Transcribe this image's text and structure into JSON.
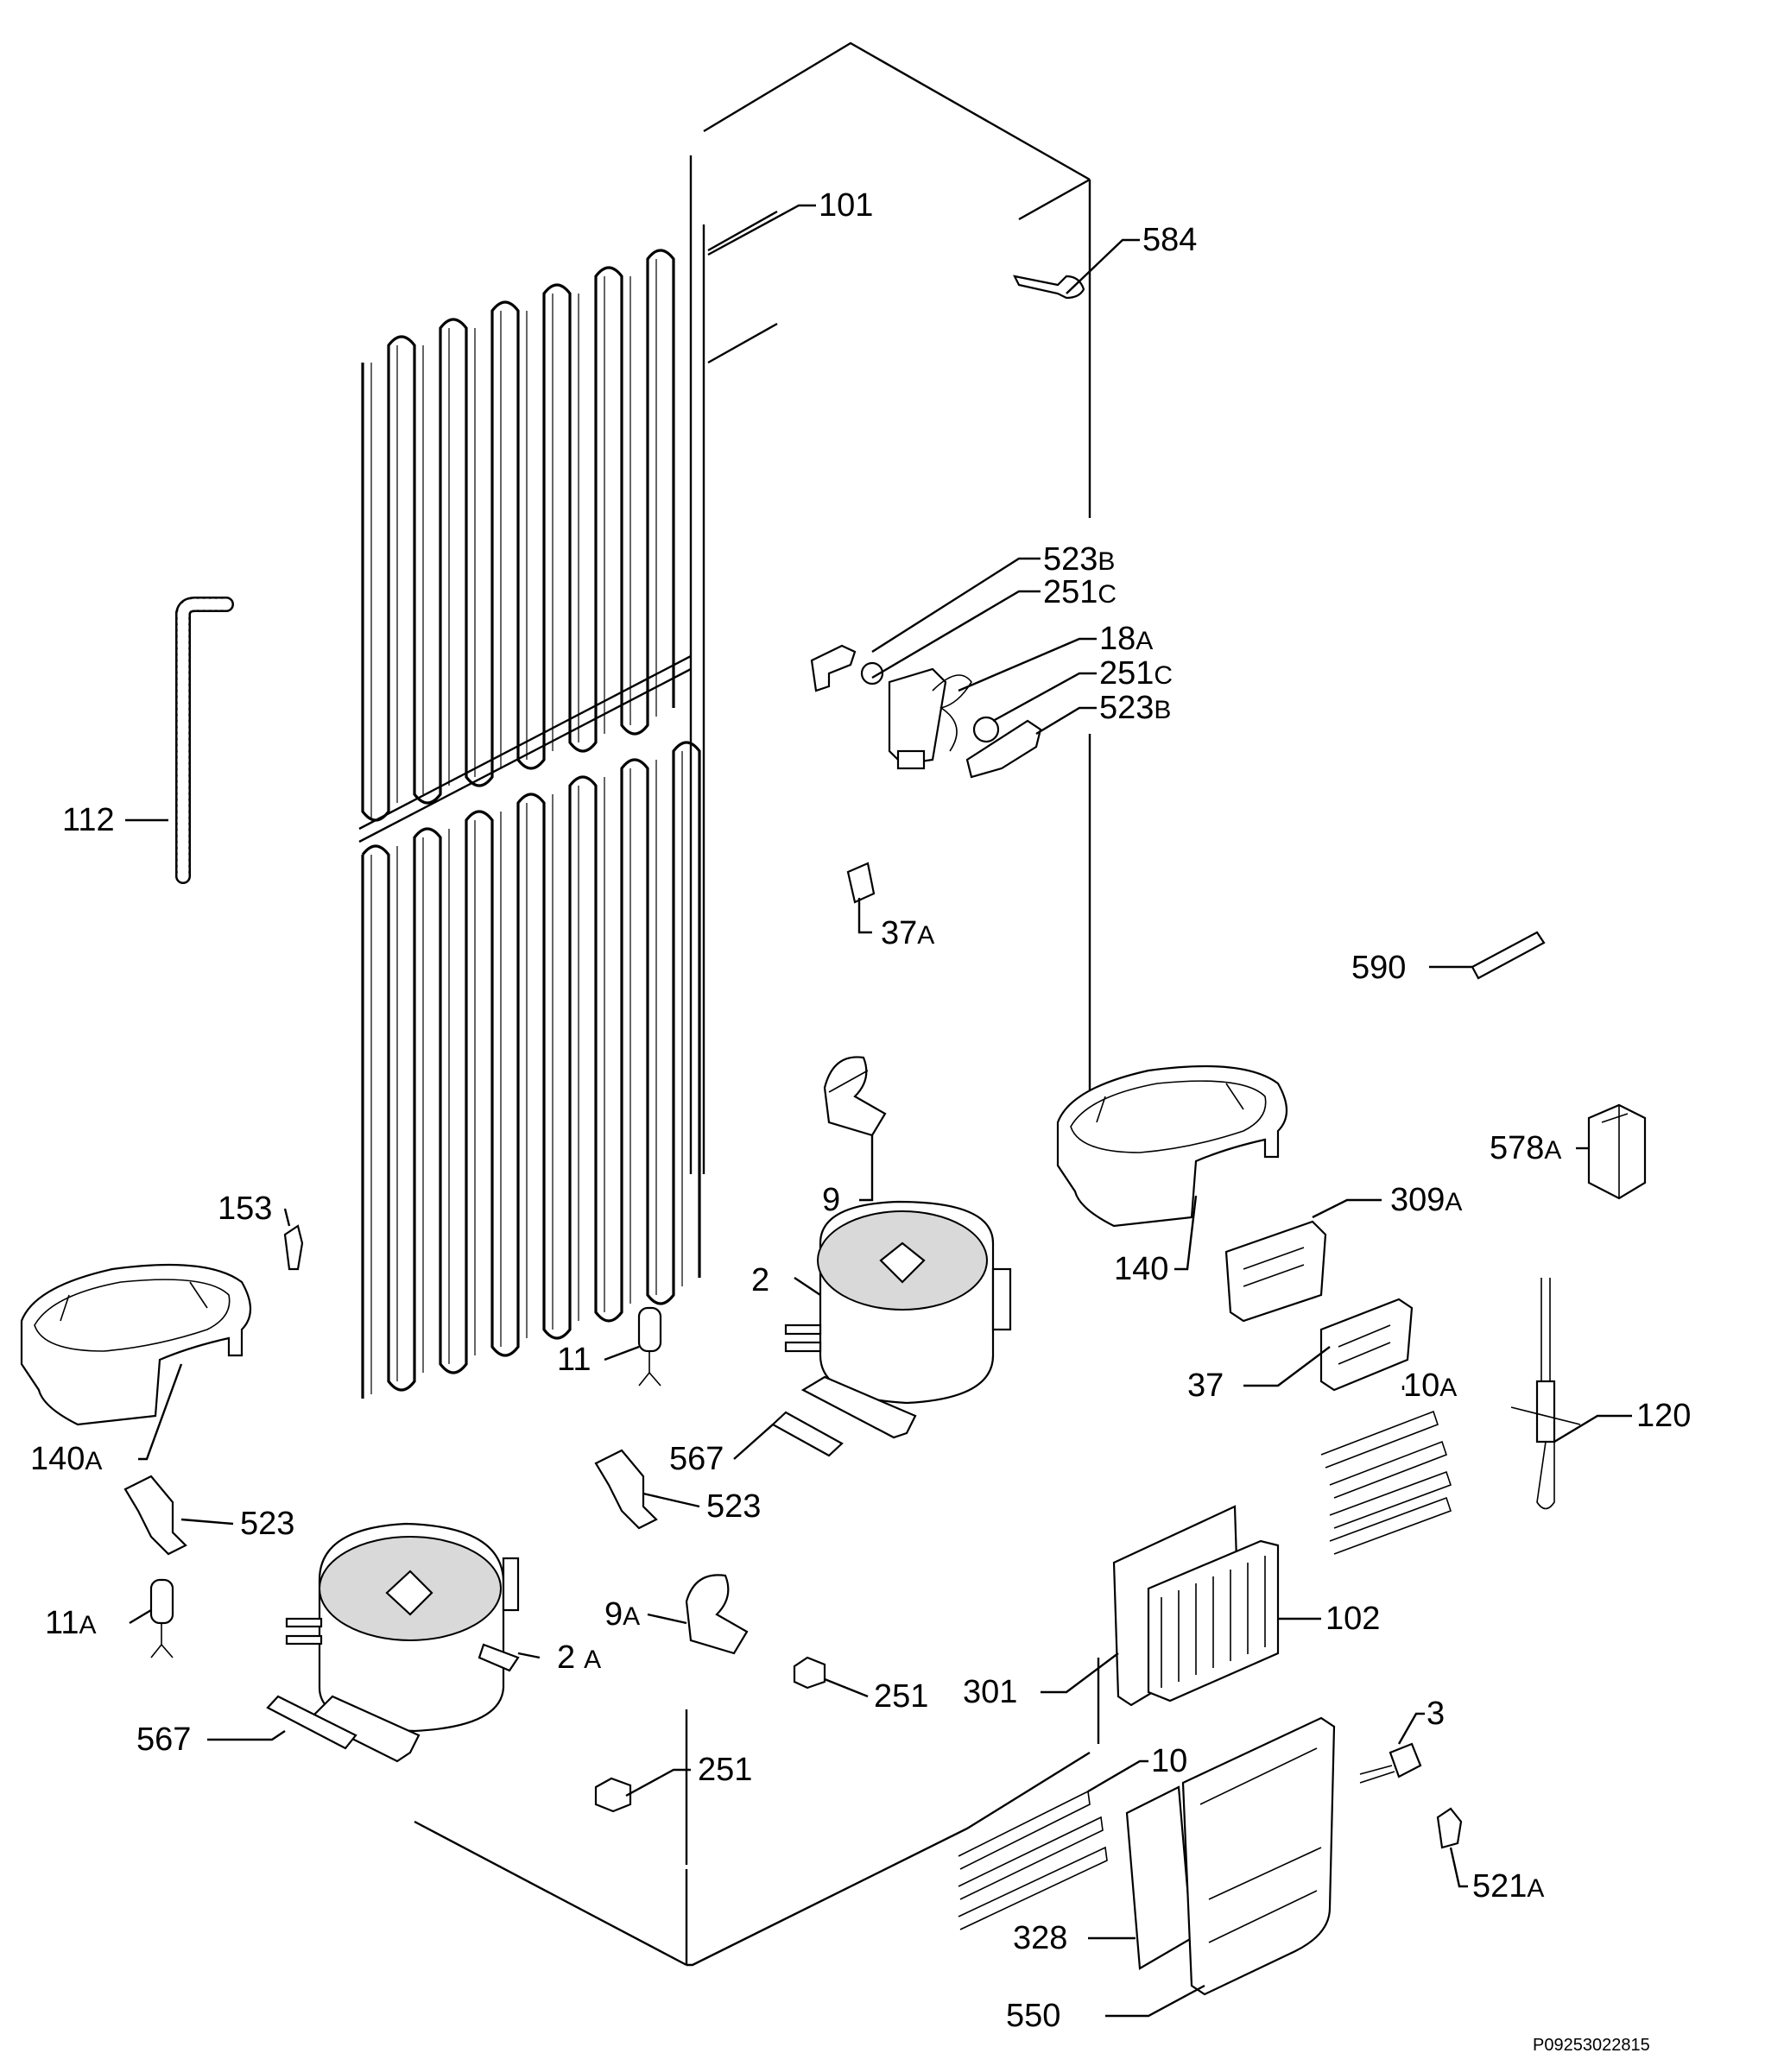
{
  "labels": {
    "p101": "101",
    "p584": "584",
    "p523B_1": "523",
    "p523B_1_s": "B",
    "p251C_1": "251",
    "p251C_1_s": "C",
    "p18A": "18",
    "p18A_s": "A",
    "p251C_2": "251",
    "p251C_2_s": "C",
    "p523B_2": "523",
    "p523B_2_s": "B",
    "p112": "112",
    "p37A": "37",
    "p37A_s": "A",
    "p590": "590",
    "p578A": "578",
    "p578A_s": "A",
    "p9": "9",
    "p153": "153",
    "p140": "140",
    "p309A": "309",
    "p309A_s": "A",
    "p2": "2",
    "p11": "11",
    "p37": "37",
    "p10A": "10",
    "p10A_s": "A",
    "p140A": "140",
    "p140A_s": "A",
    "p567_1": "567",
    "p120": "120",
    "p523_1": "523",
    "p523_2": "523",
    "p11A": "11",
    "p11A_s": "A",
    "p9A": "9",
    "p9A_s": "A",
    "p2A": "2",
    "p2A_s": "A",
    "p102": "102",
    "p251_1": "251",
    "p301": "301",
    "p3": "3",
    "p567_2": "567",
    "p10": "10",
    "p251_2": "251",
    "p521A": "521",
    "p521A_s": "A",
    "p328": "328",
    "p550": "550"
  },
  "doc_code": "P09253022815"
}
